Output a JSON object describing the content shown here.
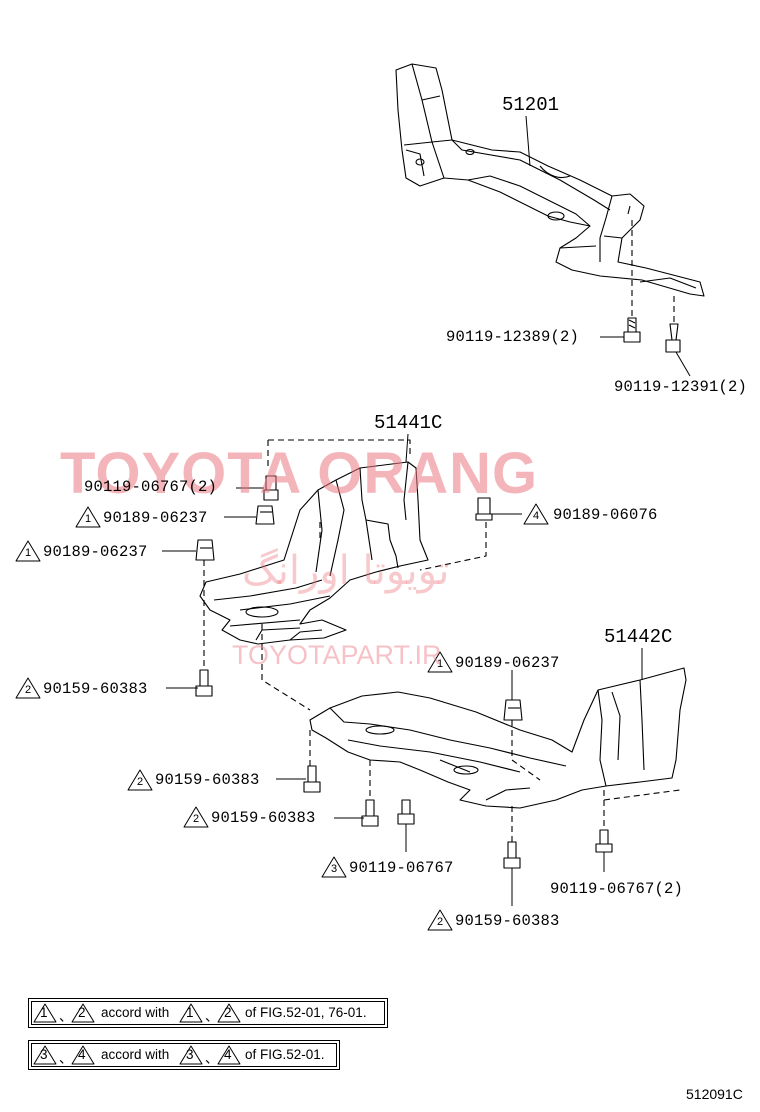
{
  "main_parts": {
    "p51201": "51201",
    "p51441c": "51441C",
    "p51442c": "51442C"
  },
  "labels": {
    "l_12389": "90119-12389(2)",
    "l_12391": "90119-12391(2)",
    "l_06767_2_top": "90119-06767(2)",
    "l_06237_a": "90189-06237",
    "l_06237_b": "90189-06237",
    "l_06076": "90189-06076",
    "l_60383_a": "90159-60383",
    "l_06237_c": "90189-06237",
    "l_60383_b": "90159-60383",
    "l_60383_c": "90159-60383",
    "l_06767_single": "90119-06767",
    "l_06767_2_bottom": "90119-06767(2)",
    "l_60383_d": "90159-60383"
  },
  "markers": {
    "one": "1",
    "two": "2",
    "three": "3",
    "four": "4"
  },
  "watermark": {
    "main": "TOYOTA ORANG",
    "arabic": "تویوتا اورانگ",
    "site": "TOYOTAPART.IR"
  },
  "notes": {
    "accord_with": "accord with",
    "sep": "、",
    "fig_1": "of FIG.52-01, 76-01.",
    "fig_2": "of FIG.52-01."
  },
  "figure_code": "512091C",
  "colors": {
    "line": "#000000",
    "watermark": "#eb7882"
  }
}
